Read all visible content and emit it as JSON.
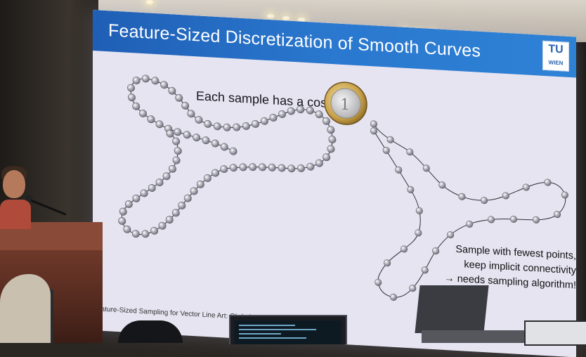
{
  "slide": {
    "title": "Feature-Sized Discretization of Smooth Curves",
    "logo": {
      "mark": "TU",
      "sub": "WIEN"
    },
    "cost_label": "Each sample has a cost:",
    "coin_icon": "euro-coin",
    "note_lines": [
      "Sample with fewest points,",
      "keep implicit connectivity",
      "→ needs sampling algorithm!"
    ],
    "footer": "Feature-Sized Sampling for Vector Line Art: Ohrhal"
  },
  "colors": {
    "title_bar": "#2a78cf",
    "slide_bg": "#e6e4f1",
    "sample_bead": "#9a9aa6",
    "curve_line": "#2d2f3a"
  }
}
